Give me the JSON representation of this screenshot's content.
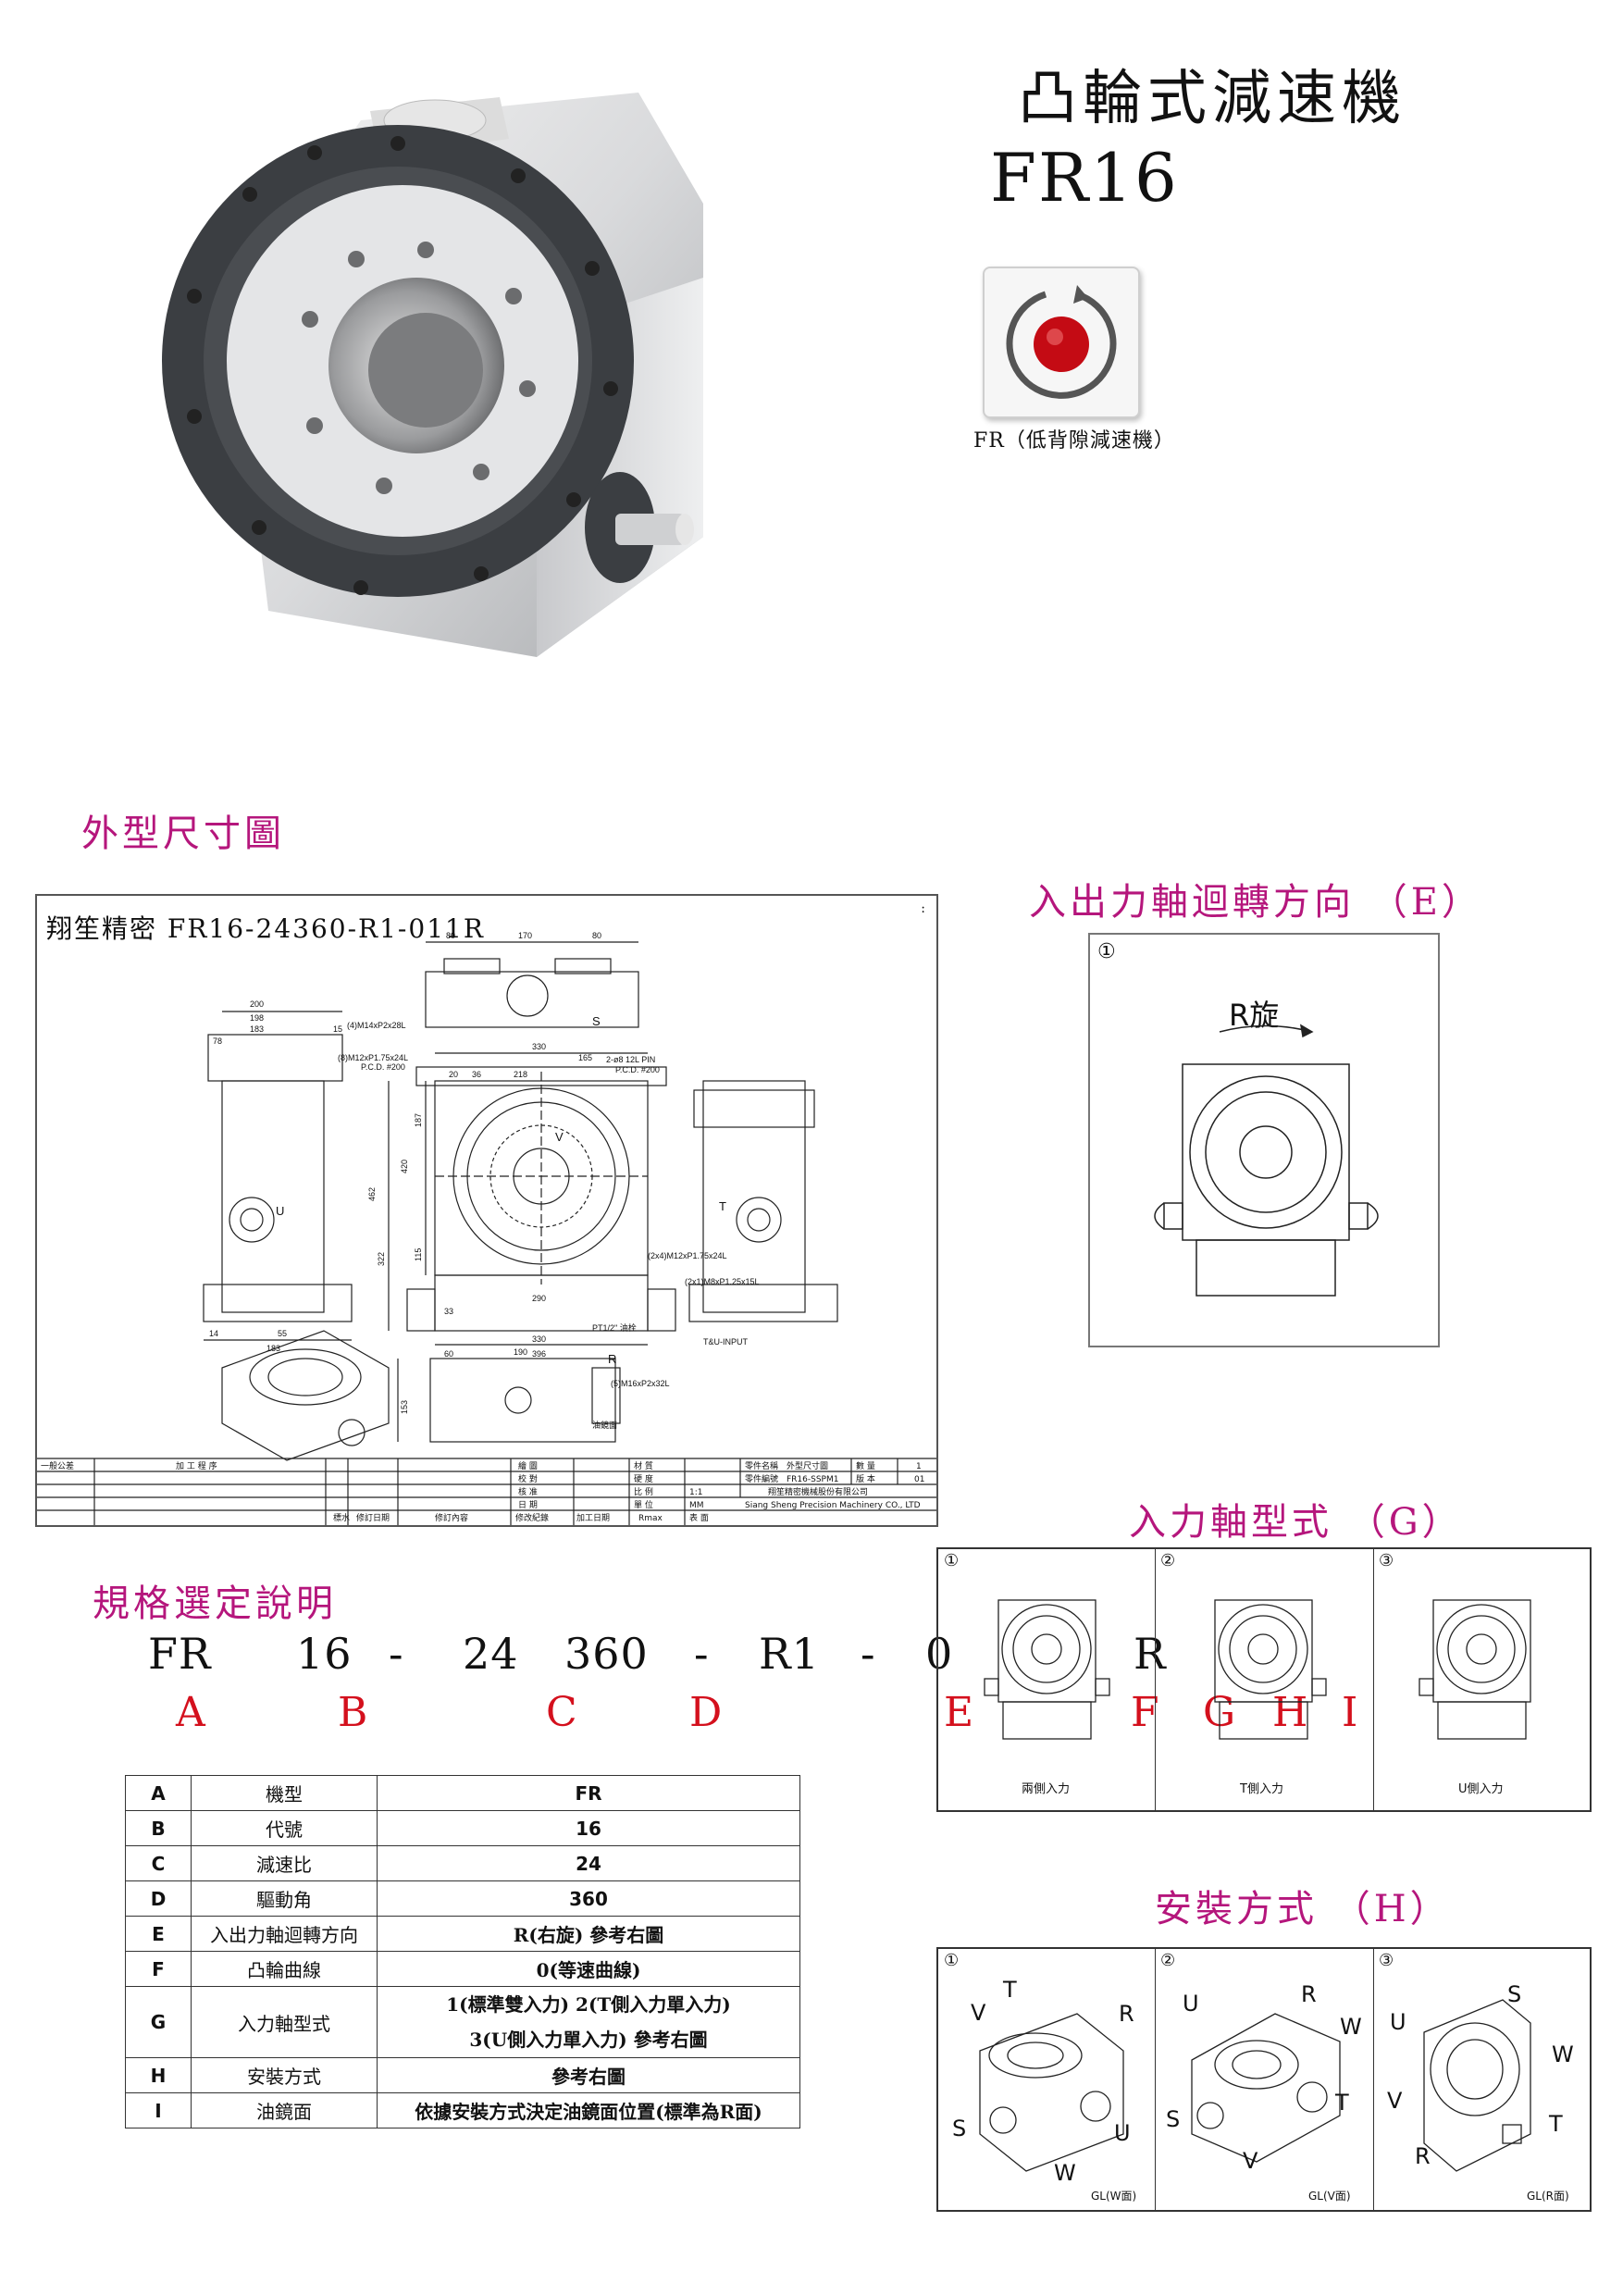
{
  "header": {
    "title_cn": "凸輪式減速機",
    "model": "FR16",
    "icon_name": "rotation-indicator-icon",
    "icon_caption": "FR（低背隙減速機）"
  },
  "sections": {
    "dimension_drawing": "外型尺寸圖",
    "rotation_direction": "入出力軸迴轉方向 （E）",
    "input_shaft_type": "入力軸型式 （G）",
    "mounting": "安裝方式 （H）",
    "spec_selection": "規格選定說明"
  },
  "drawing": {
    "title": "翔笙精密 FR16-24360-R1-011R",
    "dims": {
      "d80": "80",
      "d170": "170",
      "d200": "200",
      "d198": "198",
      "d183": "183",
      "d78": "78",
      "d15": "15",
      "d330": "330",
      "d165": "165",
      "d218": "218",
      "d20": "20",
      "d36": "36",
      "d462": "462",
      "d187": "187",
      "d420": "420",
      "d322": "322",
      "d115": "115",
      "d290": "290",
      "d396": "396",
      "d33": "33",
      "d60": "60",
      "d190": "190",
      "d14": "14",
      "d55": "55",
      "d153": "153"
    },
    "callouts": {
      "m14": "(4)M14xP2x28L",
      "m12": "(8)M12xP1.75x24L",
      "pcd200": "P.C.D. #200",
      "pin": "2-ø8 12L PIN",
      "m12b": "(2x4)M12xP1.75x24L",
      "m16": "(5)M16xP2x32L",
      "m8": "(2x1)M8xP1.25x15L",
      "pt": "PT1/2\" 油栓",
      "tu_input": "T&U-INPUT",
      "oil": "油鏡面"
    },
    "view_labels": {
      "s": "S",
      "v": "V",
      "u": "U",
      "t": "T",
      "r": "R"
    },
    "title_block": {
      "general_tol": "一般公差",
      "process": "加 工 程 序",
      "drawn": "繪 圖",
      "checked": "校 對",
      "verified": "核 准",
      "date": "日 期",
      "material": "材 質",
      "hardness": "硬 度",
      "scale_label": "比 例",
      "scale": "1:1",
      "unit_label": "單 位",
      "unit": "MM",
      "part_name_label": "零件名稱",
      "part_name": "外型尺寸圖",
      "part_no_label": "零件編號",
      "part_no": "FR16-SSPM1",
      "qty_label": "數 量",
      "qty": "1",
      "version_label": "版 本",
      "version": "01",
      "company_cn": "翔笙精密機械股份有限公司",
      "company_en": "Siang Sheng Precision Machinery CO., LTD",
      "rev_date": "修訂日期",
      "rev_content": "修訂內容",
      "rev_record": "修改紀錄",
      "proc_date": "加工日期",
      "rmax": "Rmax",
      "surface": "表 面"
    }
  },
  "rotation": {
    "circle": "①",
    "label": "R旋"
  },
  "input_types": [
    {
      "num": "①",
      "label": "兩側入力"
    },
    {
      "num": "②",
      "label": "T側入力"
    },
    {
      "num": "③",
      "label": "U側入力"
    }
  ],
  "mounting": [
    {
      "num": "①",
      "face": "GL(W面)",
      "letters": [
        "T",
        "R",
        "V",
        "S",
        "U",
        "W"
      ]
    },
    {
      "num": "②",
      "face": "GL(V面)",
      "letters": [
        "U",
        "R",
        "W",
        "S",
        "T",
        "V"
      ]
    },
    {
      "num": "③",
      "face": "GL(R面)",
      "letters": [
        "S",
        "U",
        "W",
        "V",
        "T",
        "R"
      ]
    }
  ],
  "spec_code": {
    "parts": [
      "FR",
      "16",
      "-",
      "24",
      "360",
      "-",
      "R1",
      "-",
      "0",
      "R"
    ],
    "letters": [
      "A",
      "B",
      "C",
      "D",
      "E",
      "F",
      "G",
      "H",
      "I"
    ]
  },
  "spec_table": [
    {
      "key": "A",
      "name": "機型",
      "value": "FR"
    },
    {
      "key": "B",
      "name": "代號",
      "value": "16"
    },
    {
      "key": "C",
      "name": "減速比",
      "value": "24"
    },
    {
      "key": "D",
      "name": "驅動角",
      "value": "360"
    },
    {
      "key": "E",
      "name": "入出力軸迴轉方向",
      "value": "R(右旋)  參考右圖"
    },
    {
      "key": "F",
      "name": "凸輪曲線",
      "value": "0(等速曲線)"
    },
    {
      "key": "G",
      "name": "入力軸型式",
      "value": "1(標準雙入力)     2(T側入力單入力)",
      "value2": "3(U側入力單入力)     參考右圖"
    },
    {
      "key": "H",
      "name": "安裝方式",
      "value": "參考右圖"
    },
    {
      "key": "I",
      "name": "油鏡面",
      "value": "依據安裝方式決定油鏡面位置(標準為R面)"
    }
  ],
  "colors": {
    "accent": "#b5167c",
    "code_letters": "#d4101d",
    "indicator": "#c40b14"
  }
}
